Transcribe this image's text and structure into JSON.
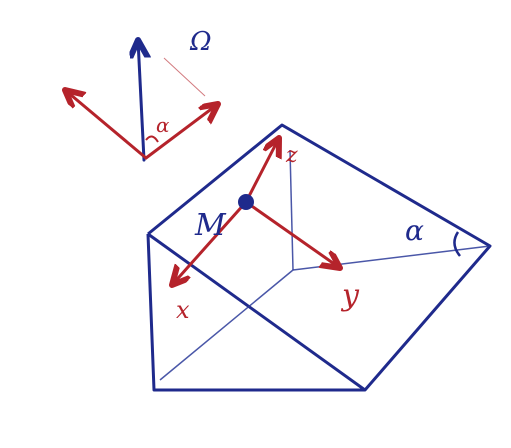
{
  "colors": {
    "blue": "#1f2a8c",
    "red": "#b5232b",
    "background": "#ffffff"
  },
  "labels": {
    "omega": "Ω",
    "alpha_top": "α",
    "alpha_wedge": "α",
    "point": "M",
    "axis_z": "z",
    "axis_y": "y",
    "axis_x": "x"
  }
}
